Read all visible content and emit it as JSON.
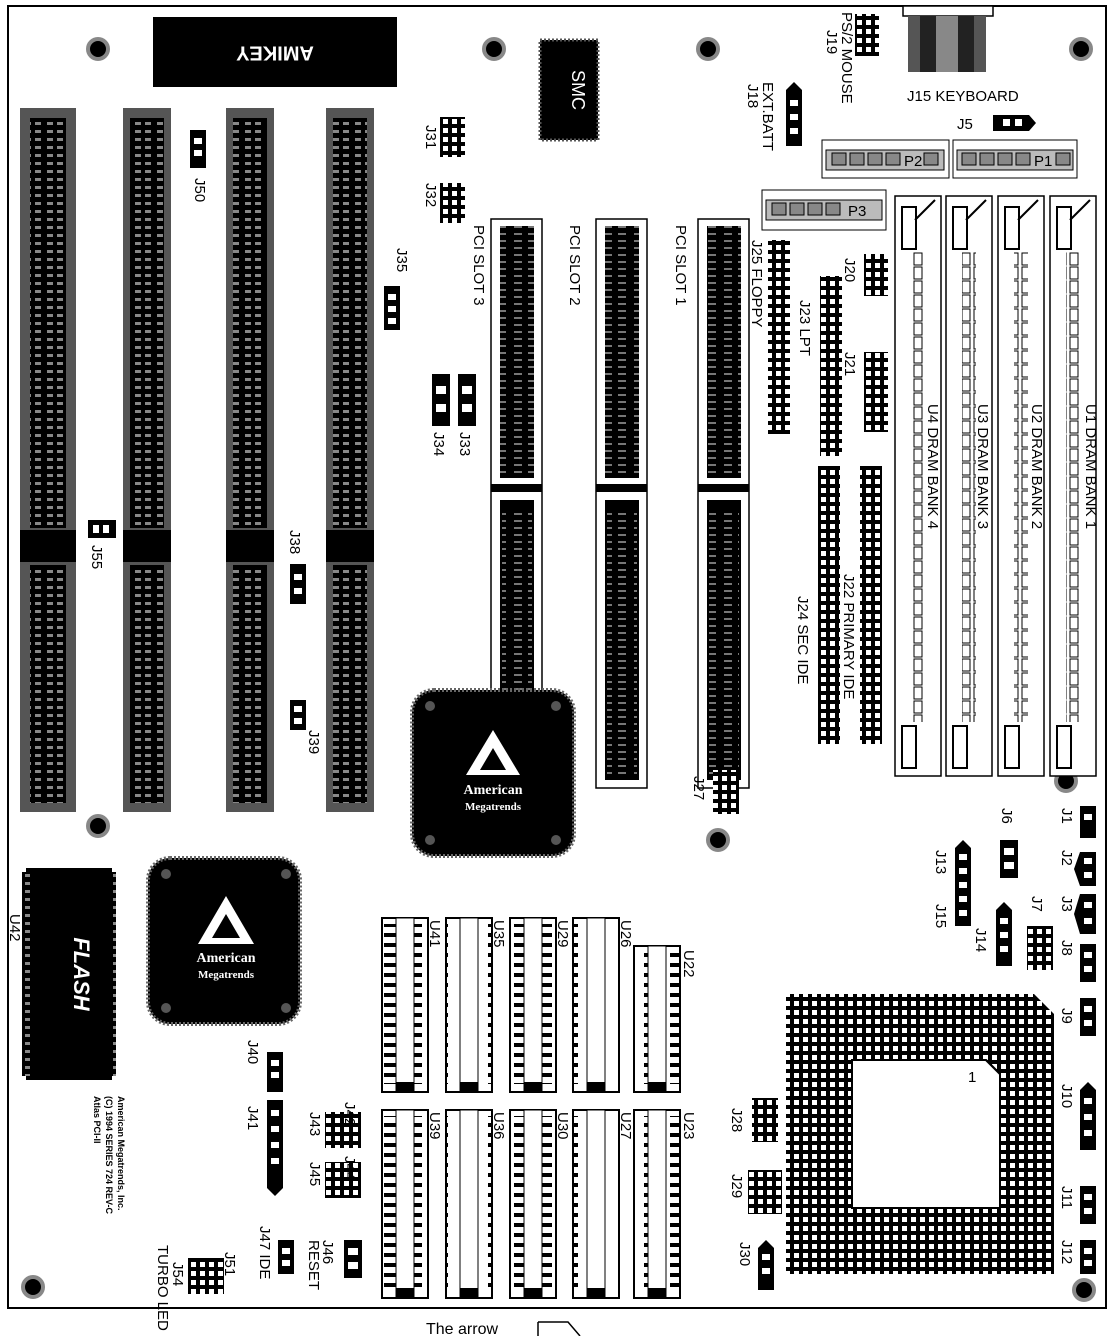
{
  "board": {
    "chips": {
      "bios_label": "AMIKEY",
      "io_label": "SMC",
      "flash_label": "FLASH",
      "ami_line1": "American",
      "ami_line2": "Megatrends",
      "cpu_pin1": "1"
    },
    "slots": {
      "pci1": "PCI SLOT 1",
      "pci2": "PCI SLOT 2",
      "pci3": "PCI SLOT 3"
    },
    "memory": {
      "bank1": "U1 DRAM BANK 1",
      "bank2": "U2 DRAM BANK 2",
      "bank3": "U3 DRAM BANK 3",
      "bank4": "U4 DRAM BANK 4"
    },
    "connectors": {
      "j15": "J15 KEYBOARD",
      "j19": "J19",
      "ps2": "PS/2 MOUSE",
      "j18": "J18",
      "extbatt": "EXT.BATT",
      "j5": "J5",
      "p1": "P1",
      "p2": "P2",
      "p3": "P3",
      "j25": "J25 FLOPPY",
      "j23": "J23 LPT",
      "j22": "J22 PRIMARY IDE",
      "j24": "J24 SEC IDE",
      "j20": "J20",
      "j21": "J21"
    },
    "jumpers": {
      "j31": "J31",
      "j32": "J32",
      "j35": "J35",
      "j50": "J50",
      "j33": "J33",
      "j34": "J34",
      "j38": "J38",
      "j39": "J39",
      "j55": "J55",
      "j27": "J27",
      "j1": "J1",
      "j2": "J2",
      "j3": "J3",
      "j6": "J6",
      "j7": "J7",
      "j8": "J8",
      "j9": "J9",
      "j10": "J10",
      "j11": "J11",
      "j12": "J12",
      "j13": "J13",
      "j15b": "J15",
      "j14": "J14",
      "j28": "J28",
      "j29": "J29",
      "j30": "J30",
      "j40": "J40",
      "j41": "J41",
      "j42": "J42",
      "j43": "J43",
      "j44": "J44",
      "j45": "J45",
      "j46": "J46",
      "reset": "RESET",
      "j47": "J47 IDE",
      "j51": "J51",
      "j54": "J54",
      "turbo": "TURBO LED"
    },
    "ics": {
      "u41": "U41",
      "u35": "U35",
      "u29": "U29",
      "u26": "U26",
      "u22": "U22",
      "u39": "U39",
      "u36": "U36",
      "u30": "U30",
      "u27": "U27",
      "u23": "U23",
      "u42": "U42"
    },
    "copyright": {
      "line1": "American Megatrends, Inc.",
      "line2": "(C) 1994 SERIES 724 REV-C",
      "line3": "Atlas PCI-II"
    }
  },
  "footer": {
    "arrow_caption": "The  arrow"
  }
}
